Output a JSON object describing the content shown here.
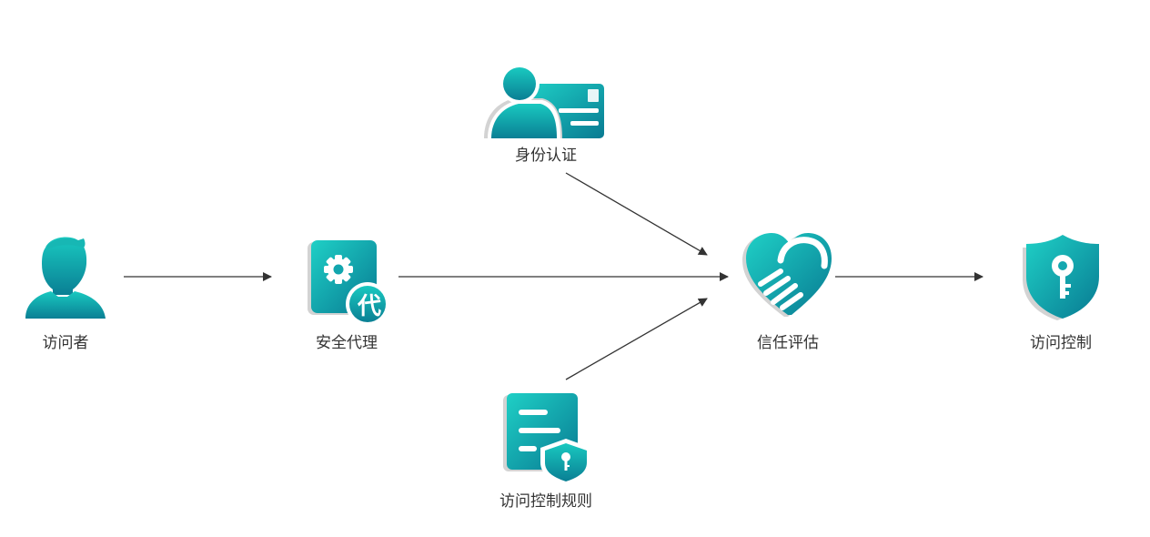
{
  "nodes": {
    "visitor": {
      "label": "访问者",
      "icon": "user-icon"
    },
    "proxy": {
      "label": "安全代理",
      "icon": "proxy-gear-icon",
      "badge": "代"
    },
    "identity": {
      "label": "身份认证",
      "icon": "id-card-icon"
    },
    "rules": {
      "label": "访问控制规则",
      "icon": "policy-document-icon"
    },
    "trust": {
      "label": "信任评估",
      "icon": "handshake-heart-icon"
    },
    "access": {
      "label": "访问控制",
      "icon": "shield-key-icon"
    }
  },
  "edges": [
    {
      "from": "visitor",
      "to": "proxy"
    },
    {
      "from": "proxy",
      "to": "trust"
    },
    {
      "from": "identity",
      "to": "trust"
    },
    {
      "from": "rules",
      "to": "trust"
    },
    {
      "from": "trust",
      "to": "access"
    }
  ],
  "colors": {
    "gradient_top": "#19c9c0",
    "gradient_bottom": "#0a7f94",
    "shadow": "#d3d3d3",
    "line": "#333333",
    "text": "#333333"
  }
}
